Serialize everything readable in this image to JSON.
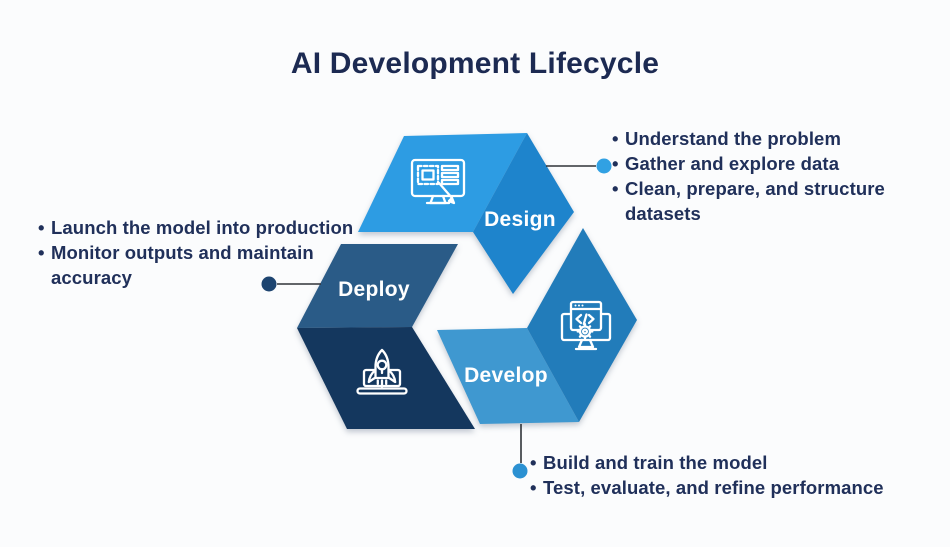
{
  "title": "AI Development Lifecycle",
  "palette": {
    "background": "#fbfcfd",
    "title_color": "#1c2a52",
    "note_text_color": "#20305a",
    "connector_line_color": "#2f3338"
  },
  "diagram": {
    "nodes": [
      {
        "id": "design",
        "label": "Design",
        "icon": "design-monitor-icon",
        "band_color": "#2D9CE3",
        "facet_color": "#1E84CC",
        "dot_color": "#31A1E3"
      },
      {
        "id": "develop",
        "label": "Develop",
        "icon": "develop-code-window-icon",
        "band_color": "#3F98D0",
        "facet_color": "#227CBA",
        "dot_color": "#2B91D2"
      },
      {
        "id": "deploy",
        "label": "Deploy",
        "icon": "deploy-rocket-laptop-icon",
        "band_color": "#2A5B87",
        "facet_color": "#14375E",
        "dot_color": "#1D4470"
      }
    ]
  },
  "annotations": {
    "design": {
      "items": [
        "Understand the problem",
        "Gather and explore data",
        "Clean, prepare, and structure datasets"
      ]
    },
    "deploy": {
      "items": [
        "Launch the model into production",
        "Monitor outputs and maintain accuracy"
      ]
    },
    "develop": {
      "items": [
        "Build and train the model",
        "Test, evaluate, and refine performance"
      ]
    }
  }
}
